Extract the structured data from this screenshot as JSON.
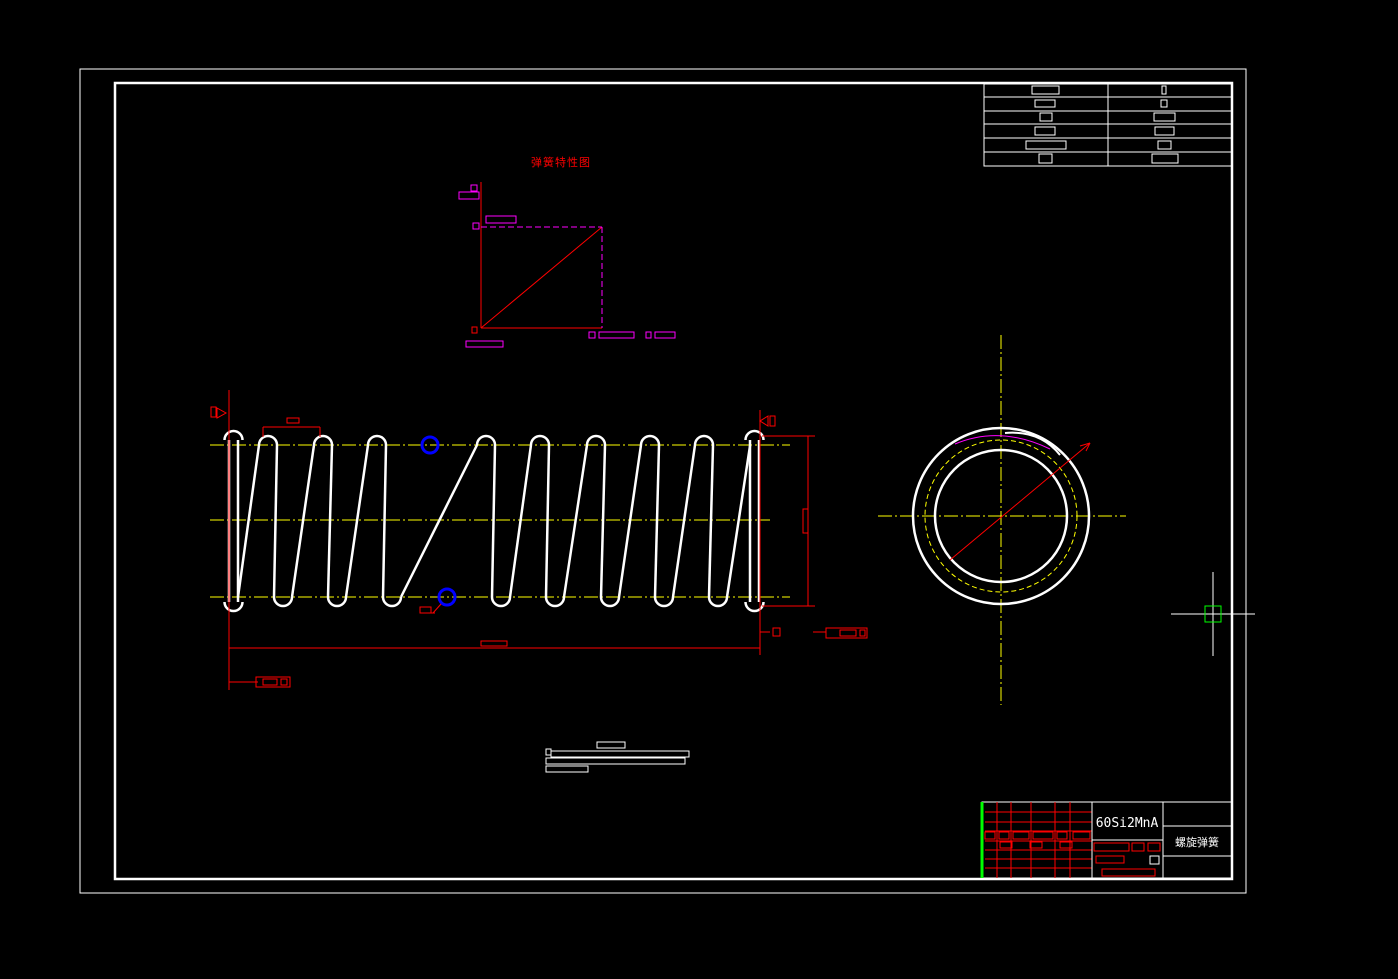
{
  "characteristic_title": "弹簧特性图",
  "title_block": {
    "material": "60Si2MnA",
    "part_name": "螺旋弹簧"
  },
  "colors": {
    "background": "#000000",
    "frame": "#ffffff",
    "dimension": "#ff0000",
    "centerline": "#ffff00",
    "characteristic": "#ff00ff",
    "section": "#0000ff",
    "cursor": "#00ff00",
    "title_block_left_edge": "#00ff00"
  },
  "icons": {
    "cursor": "crosshair-cursor-icon",
    "roughness": "surface-roughness-icon"
  }
}
